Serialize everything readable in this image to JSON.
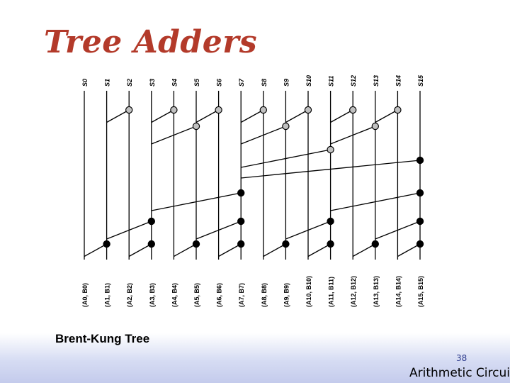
{
  "slide": {
    "title": "Tree Adders",
    "caption": "Brent-Kung Tree",
    "page_number": "38",
    "footer_title": "Arithmetic Circuits"
  },
  "diagram": {
    "sum_labels": [
      "S0",
      "S1",
      "S2",
      "S3",
      "S4",
      "S5",
      "S6",
      "S7",
      "S8",
      "S9",
      "S10",
      "S11",
      "S12",
      "S13",
      "S14",
      "S15"
    ],
    "input_labels": [
      [
        "A",
        "0",
        "B",
        "0"
      ],
      [
        "A",
        "1",
        "B",
        "1"
      ],
      [
        "A",
        "2",
        "B",
        "2"
      ],
      [
        "A",
        "3",
        "B",
        "3"
      ],
      [
        "A",
        "4",
        "B",
        "4"
      ],
      [
        "A",
        "5",
        "B",
        "5"
      ],
      [
        "A",
        "6",
        "B",
        "6"
      ],
      [
        "A",
        "7",
        "B",
        "7"
      ],
      [
        "A",
        "8",
        "B",
        "8"
      ],
      [
        "A",
        "9",
        "B",
        "9"
      ],
      [
        "A",
        "10",
        "B",
        "10"
      ],
      [
        "A",
        "11",
        "B",
        "11"
      ],
      [
        "A",
        "12",
        "B",
        "12"
      ],
      [
        "A",
        "13",
        "B",
        "13"
      ],
      [
        "A",
        "14",
        "B",
        "14"
      ],
      [
        "A",
        "15",
        "B",
        "15"
      ]
    ],
    "black_cells": [
      {
        "level": 1,
        "cols": [
          1,
          3,
          5,
          7,
          9,
          11,
          13,
          15
        ]
      },
      {
        "level": 2,
        "cols": [
          3,
          7,
          11,
          15
        ]
      },
      {
        "level": 3,
        "cols": [
          7,
          15
        ]
      },
      {
        "level": 4,
        "cols": [
          15
        ]
      }
    ],
    "gray_cells": [
      {
        "level": 5,
        "cols": [
          11
        ]
      },
      {
        "level": 6,
        "cols": [
          5,
          9,
          13
        ]
      },
      {
        "level": 7,
        "cols": [
          2,
          4,
          6,
          8,
          10,
          12,
          14
        ]
      }
    ],
    "colors": {
      "black_cell": "#000000",
      "gray_cell": "#c0c0c0",
      "wire": "#000000"
    }
  }
}
